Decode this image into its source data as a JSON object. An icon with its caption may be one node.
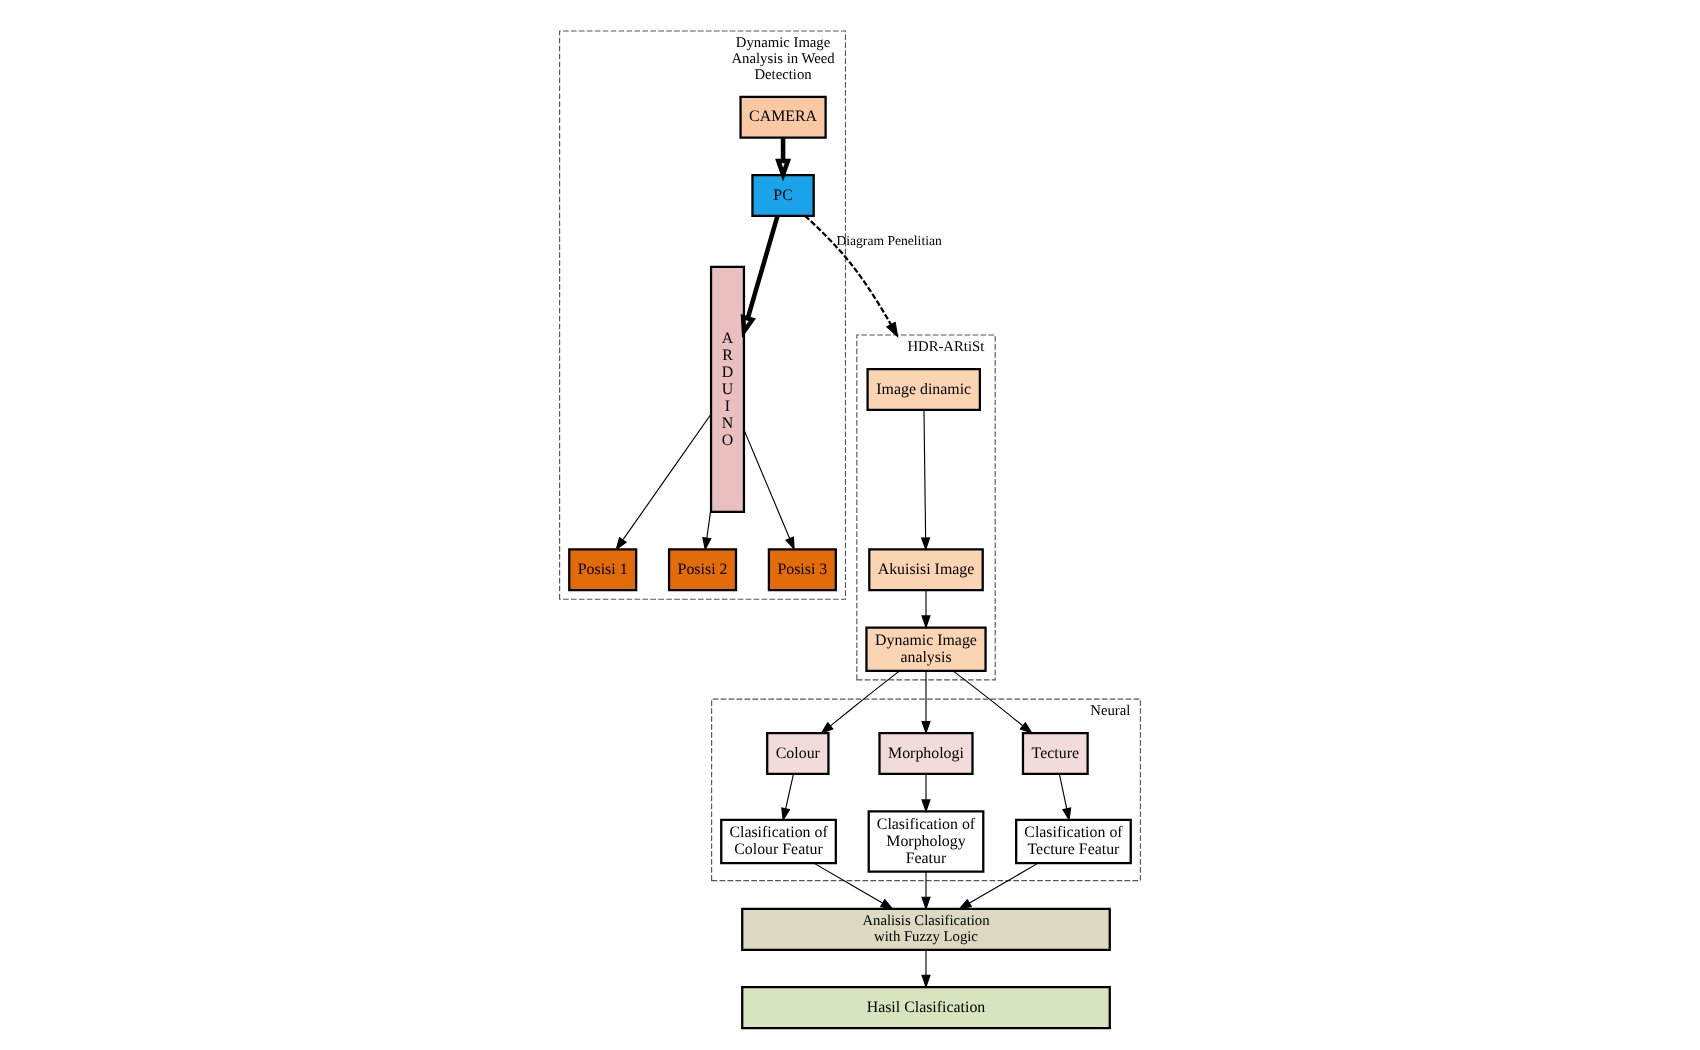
{
  "diagram": {
    "nodes": [
      {
        "text": [
          "Dynamic Image Analysis in Weed Detection"
        ]
      },
      {
        "text": [
          "CAMERA"
        ],
        "in": 0
      },
      {
        "text": [
          "PC"
        ],
        "in": 0
      },
      {
        "text": [
          "ARDUINO"
        ],
        "in": 0
      },
      {
        "text": [
          "Posisi 1"
        ],
        "in": 0
      },
      {
        "text": [
          "Posisi 2"
        ],
        "in": 0
      },
      {
        "text": [
          "Posisi 3"
        ],
        "in": 0
      },
      {
        "text": [
          "HDR-ARtiSt"
        ]
      },
      {
        "text": [
          "Image dinamic"
        ],
        "in": 7
      },
      {
        "text": [
          "Akuisisi Image"
        ],
        "in": 7
      },
      {
        "text": [
          "Dynamic Image analysis"
        ],
        "in": 7
      },
      {
        "text": [
          "Neural"
        ]
      },
      {
        "text": [
          "Colour"
        ],
        "in": 11
      },
      {
        "text": [
          "Morphologi"
        ],
        "in": 11
      },
      {
        "text": [
          "Tecture"
        ],
        "in": 11
      },
      {
        "text": [
          "Clasification of Colour Featur"
        ],
        "in": 11
      },
      {
        "text": [
          "Clasification of Morphology Featur"
        ],
        "in": 11
      },
      {
        "text": [
          "Clasification of Tecture Featur"
        ],
        "in": 11
      },
      {
        "text": [
          "Analisis Clasification with Fuzzy Logic"
        ]
      },
      {
        "text": [
          "Hasil Clasification"
        ]
      }
    ],
    "edges": [
      {
        "from": 1,
        "to": 2,
        "arrow": "to",
        "style": "thick"
      },
      {
        "from": 2,
        "to": 3,
        "arrow": "to",
        "style": "thick"
      },
      {
        "from": 3,
        "to": 4,
        "arrow": "to"
      },
      {
        "from": 3,
        "to": 5,
        "arrow": "to"
      },
      {
        "from": 3,
        "to": 6,
        "arrow": "to"
      },
      {
        "from": 2,
        "to": 7,
        "arrow": "to",
        "style": "dashed",
        "label": "Diagram Penelitian"
      },
      {
        "from": 8,
        "to": 9,
        "arrow": "to"
      },
      {
        "from": 9,
        "to": 10,
        "arrow": "to"
      },
      {
        "from": 10,
        "to": 12,
        "arrow": "to"
      },
      {
        "from": 10,
        "to": 13,
        "arrow": "to"
      },
      {
        "from": 10,
        "to": 14,
        "arrow": "to"
      },
      {
        "from": 12,
        "to": 15,
        "arrow": "to"
      },
      {
        "from": 13,
        "to": 16,
        "arrow": "to"
      },
      {
        "from": 14,
        "to": 17,
        "arrow": "to"
      },
      {
        "from": 15,
        "to": 18,
        "arrow": "to"
      },
      {
        "from": 16,
        "to": 18,
        "arrow": "to"
      },
      {
        "from": 17,
        "to": 18,
        "arrow": "to"
      },
      {
        "from": 18,
        "to": 19,
        "arrow": "to"
      }
    ]
  }
}
